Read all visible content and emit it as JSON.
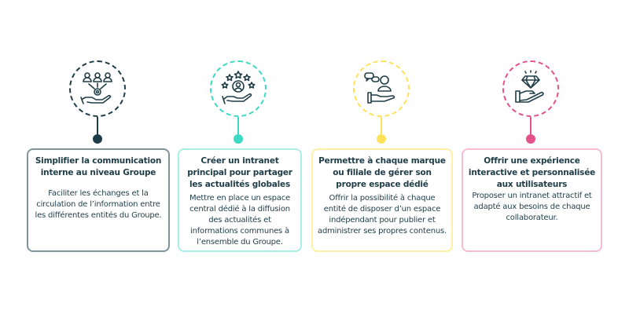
{
  "steps": [
    {
      "title": "Simplifier la communication interne au niveau Groupe",
      "text": "Faciliter les échanges et la circulation de l’information entre les différentes entités du Groupe.",
      "icon": "people-gear-hand-icon",
      "color": "#1f3d47",
      "border": "#7f959a"
    },
    {
      "title": "Créer un intranet principal pour partager les actualités globales",
      "text": "Mettre en place un espace central dédié à la diffusion des actualités et informations communes à l’ensemble du Groupe.",
      "icon": "user-stars-hand-icon",
      "color": "#3dd9c5",
      "border": "#a9ede4"
    },
    {
      "title": "Permettre à chaque marque ou filiale de gérer son propre espace dédié",
      "text": "Offrir la possibilité à chaque entité de disposer d’un espace indépendant pour publier et administrer ses propres contenus.",
      "icon": "user-chat-hand-icon",
      "color": "#ffe15a",
      "border": "#fff0a6"
    },
    {
      "title": "Offrir une expérience interactive et personnalisée aux utilisateurs",
      "text": "Proposer un intranet attractif et adapté aux besoins de chaque collaborateur.",
      "icon": "diamond-hand-icon",
      "color": "#e4528c",
      "border": "#f4bdd4"
    }
  ]
}
